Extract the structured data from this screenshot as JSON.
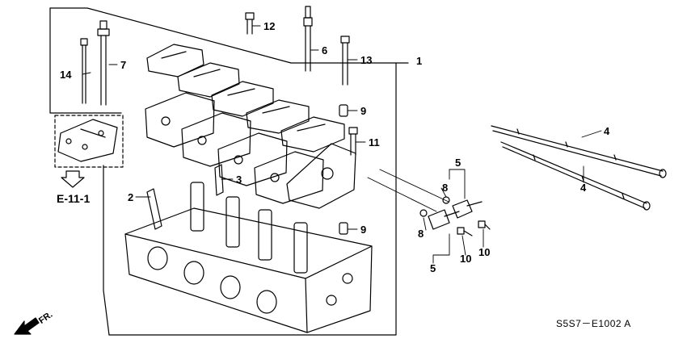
{
  "diagram": {
    "callouts": [
      {
        "id": "c1",
        "text": "1"
      },
      {
        "id": "c2",
        "text": "2"
      },
      {
        "id": "c3",
        "text": "3"
      },
      {
        "id": "c4a",
        "text": "4"
      },
      {
        "id": "c4b",
        "text": "4"
      },
      {
        "id": "c5a",
        "text": "5"
      },
      {
        "id": "c5b",
        "text": "5"
      },
      {
        "id": "c6",
        "text": "6"
      },
      {
        "id": "c7",
        "text": "7"
      },
      {
        "id": "c8a",
        "text": "8"
      },
      {
        "id": "c8b",
        "text": "8"
      },
      {
        "id": "c9a",
        "text": "9"
      },
      {
        "id": "c9b",
        "text": "9"
      },
      {
        "id": "c10a",
        "text": "10"
      },
      {
        "id": "c10b",
        "text": "10"
      },
      {
        "id": "c11",
        "text": "11"
      },
      {
        "id": "c12",
        "text": "12"
      },
      {
        "id": "c13",
        "text": "13"
      },
      {
        "id": "c14",
        "text": "14"
      }
    ],
    "section_ref": "E-11-1",
    "front_label": "FR.",
    "diagram_code": "S5S7－E1002 A"
  }
}
